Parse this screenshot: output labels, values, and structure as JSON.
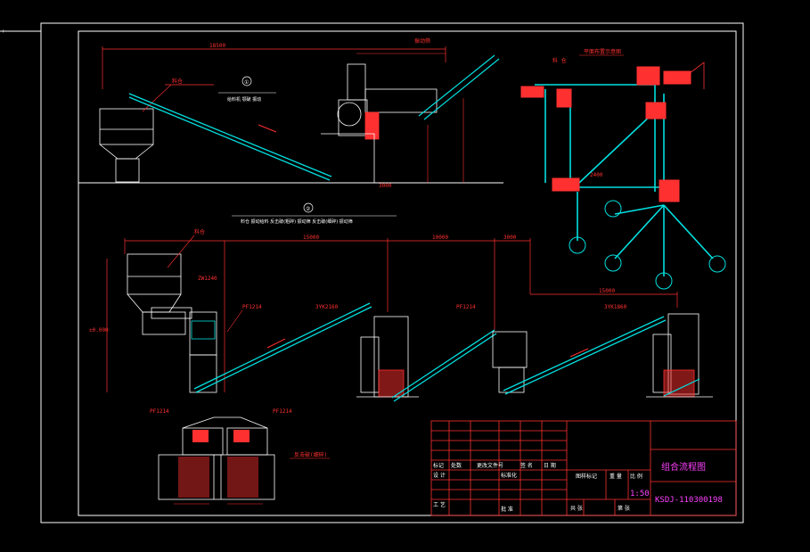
{
  "drawing": {
    "section1": {
      "number": "①",
      "caption": "给料机  颚破  振动"
    },
    "section2": {
      "number": "②",
      "caption": "料仓  振动给料  反击破(粗碎)  振动筛  反击破(细碎)  振动筛"
    },
    "plan_view_title": "平面布置示意图",
    "machines": {
      "zw_feeder": "ZW1240",
      "pf_crusher_1": "PF1214",
      "pf_crusher_2": "PF1214",
      "screen_1": "3YK2160",
      "screen_2": "3YK1860",
      "bottom_pf_left": "PF1214",
      "bottom_pf_right": "PF1214"
    },
    "dimensions": {
      "top_span": "18500",
      "mid_span_1": "15000",
      "mid_span_2": "10000",
      "mid_span_3": "3000",
      "lower_span": "15000"
    },
    "notes": {
      "bin_label": "料仓",
      "bin_label_2": "料仓",
      "bottom_caption": "反击破(细碎)"
    }
  },
  "title_block": {
    "headers": [
      "标记",
      "处数",
      "更改文件号",
      "签  名",
      "日  期"
    ],
    "design": "设  计",
    "standardize": "标准化",
    "process": "工  艺",
    "approve": "批  准",
    "stage_mark": "图样标记",
    "weight": "重  量",
    "scale_label": "比  例",
    "scale": "1:50",
    "sheet_total": "共    张",
    "sheet_no": "第    张",
    "drawing_title": "组合流程图",
    "drawing_number": "KSDJ-110300198"
  },
  "colors": {
    "border": "#ffffff",
    "dimension": "#ff3030",
    "conveyor": "#00e0e0",
    "equipment": "#ff3030",
    "title": "#ff40ff"
  }
}
